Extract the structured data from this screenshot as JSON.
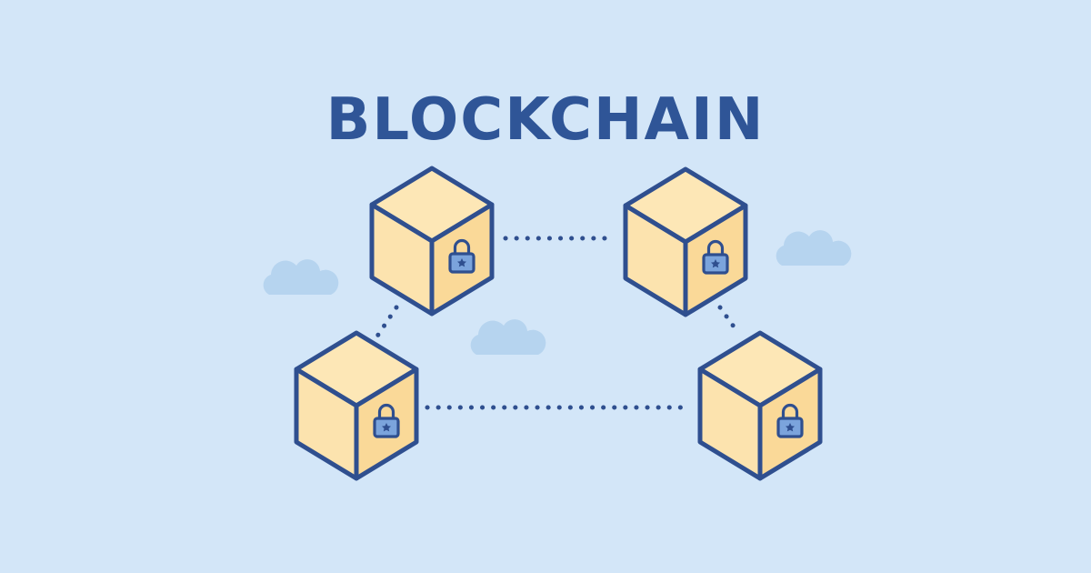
{
  "title": "BLOCKCHAIN",
  "colors": {
    "background": "#d3e6f8",
    "title": "#2f5597",
    "outline": "#2f4f8f",
    "block_top": "#fde7b6",
    "block_left": "#fce3ae",
    "block_right": "#fad998",
    "lock": "#7ba4dc",
    "cloud": "#b6d4ef",
    "connector": "#2f4f8f"
  },
  "blocks": [
    {
      "id": "block-top-left",
      "icon": "padlock-icon"
    },
    {
      "id": "block-top-right",
      "icon": "padlock-icon"
    },
    {
      "id": "block-bottom-left",
      "icon": "padlock-icon"
    },
    {
      "id": "block-bottom-right",
      "icon": "padlock-icon"
    }
  ],
  "connections": [
    {
      "from": "block-top-left",
      "to": "block-top-right"
    },
    {
      "from": "block-top-left",
      "to": "block-bottom-left"
    },
    {
      "from": "block-bottom-left",
      "to": "block-bottom-right"
    },
    {
      "from": "block-top-right",
      "to": "block-bottom-right"
    }
  ]
}
